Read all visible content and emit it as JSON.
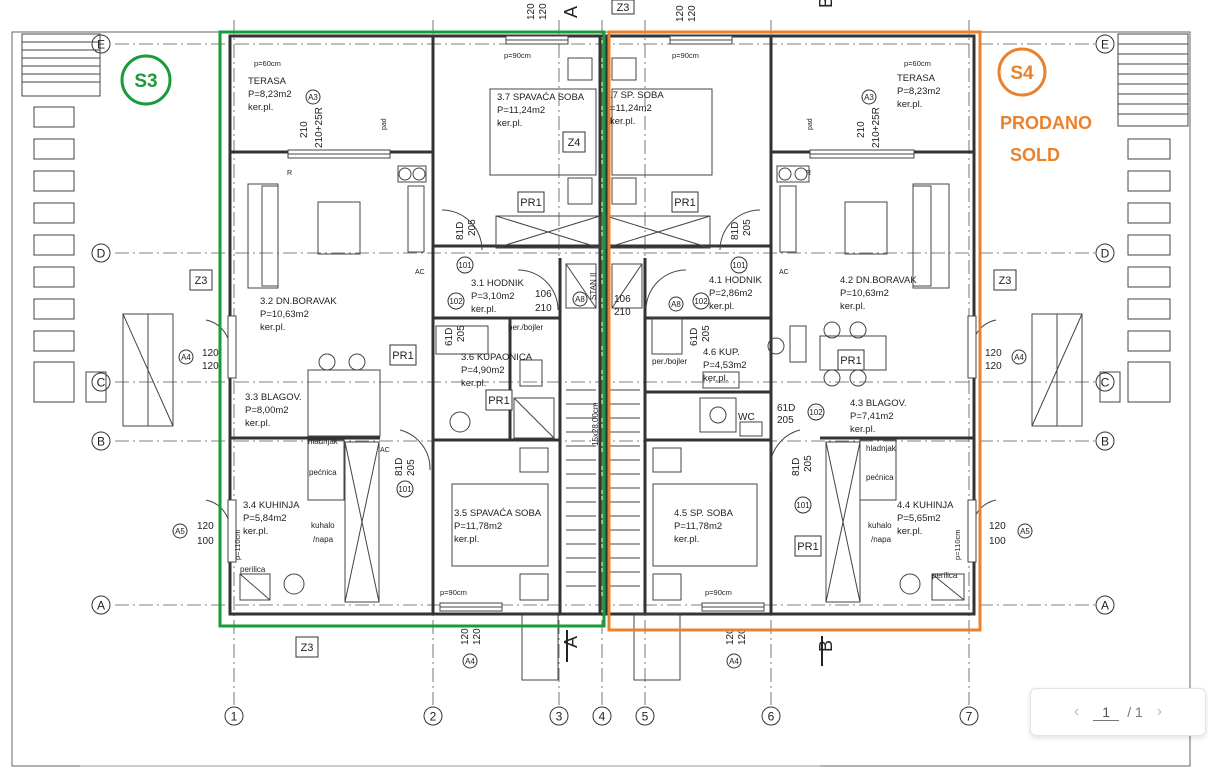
{
  "units": {
    "s3": {
      "badge": "S3",
      "color": "#1a9b3a"
    },
    "s4": {
      "badge": "S4",
      "color": "#e8822e",
      "status1": "PRODANO",
      "status2": "SOLD"
    }
  },
  "axes_cols": [
    "1",
    "2",
    "3",
    "4",
    "5",
    "6",
    "7"
  ],
  "axes_rows": [
    "E",
    "D",
    "C",
    "B",
    "A"
  ],
  "rooms_s3": [
    {
      "lines": [
        "TERASA",
        "P=8,23m2",
        "ker.pl."
      ]
    },
    {
      "lines": [
        "3.7 SPAVAĆA SOBA",
        "P=11,24m2",
        "ker.pl."
      ]
    },
    {
      "lines": [
        "3.1 HODNIK",
        "P=3,10m2",
        "ker.pl."
      ]
    },
    {
      "lines": [
        "3.2 DN.BORAVAK",
        "P=10,63m2",
        "ker.pl."
      ]
    },
    {
      "lines": [
        "3.6 KUPAONICA",
        "P=4,90m2",
        "ker.pl."
      ]
    },
    {
      "lines": [
        "3.3 BLAGOV.",
        "P=8,00m2",
        "ker.pl."
      ]
    },
    {
      "lines": [
        "3.4 KUHINJA",
        "P=5,84m2",
        "ker.pl."
      ]
    },
    {
      "lines": [
        "3.5 SPAVAĆA SOBA",
        "P=11,78m2",
        "ker.pl."
      ]
    }
  ],
  "rooms_s4": [
    {
      "lines": [
        "TERASA",
        "P=8,23m2",
        "ker.pl."
      ]
    },
    {
      "lines": [
        ".7 SP. SOBA",
        "=11,24m2",
        "ker.pl."
      ]
    },
    {
      "lines": [
        "4.1 HODNIK",
        "P=2,86m2",
        "ker.pl."
      ]
    },
    {
      "lines": [
        "4.2 DN.BORAVAK",
        "P=10,63m2",
        "ker.pl."
      ]
    },
    {
      "lines": [
        "4.6 KUP.",
        "P=4,53m2",
        "ker.pl."
      ]
    },
    {
      "lines": [
        "4.3 BLAGOV.",
        "P=7,41m2",
        "ker.pl."
      ]
    },
    {
      "lines": [
        "4.4 KUHINJA",
        "P=5,65m2",
        "ker.pl."
      ]
    },
    {
      "lines": [
        "4.5 SP. SOBA",
        "P=11,78m2",
        "ker.pl."
      ]
    }
  ],
  "labels": {
    "wc": "WC",
    "pr1": "PR1",
    "z3": "Z3",
    "z4": "Z4",
    "a3": "A3",
    "a4": "A4",
    "a5": "A5",
    "a8": "A8",
    "d101": "101",
    "d102": "102",
    "p60": "p=60cm",
    "p90": "p=90cm",
    "p110": "p=110cm",
    "perilica": "perilica",
    "hladnjak": "hladnjak",
    "pecnica": "pećnica",
    "kuhalo": "kuhalo",
    "napa": "/napa",
    "bojler": "per./bojler",
    "stan": "STAN II",
    "stair": "15x28,00cm",
    "pad": "pad",
    "ac": "AC",
    "r": "R",
    "section_a": "A",
    "section_b": "B",
    "d210": "210",
    "d210r": "210+25R",
    "d120": "120",
    "d100": "100",
    "d106": "106",
    "d205": "205",
    "d81d": "81D",
    "d61d": "61D"
  },
  "pager": {
    "current": "1",
    "total": "/ 1"
  }
}
